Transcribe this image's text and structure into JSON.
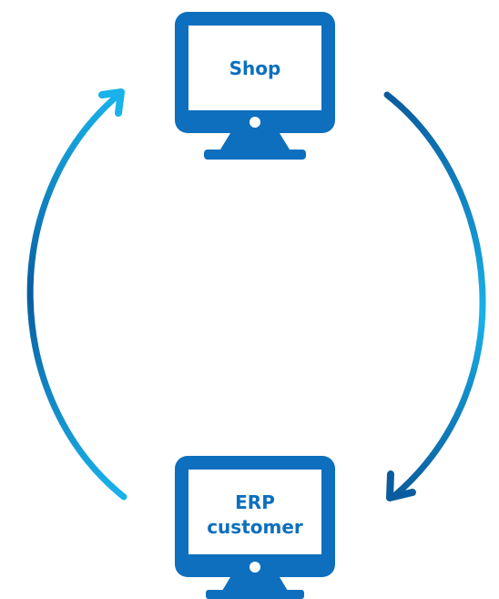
{
  "nodes": {
    "top": {
      "label": "Shop"
    },
    "bottom": {
      "label_line1": "ERP",
      "label_line2": "customer"
    }
  },
  "colors": {
    "monitor": "#0d6fbe",
    "text": "#0d6fbe",
    "screen": "#ffffff",
    "arrow_dark": "#0a5c9e",
    "arrow_light": "#19b2ea"
  }
}
